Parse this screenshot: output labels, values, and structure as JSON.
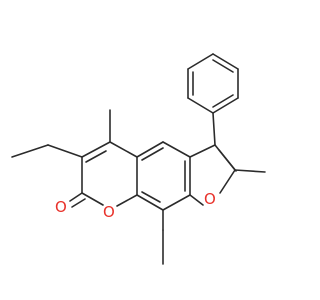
{
  "structure": {
    "atoms": [
      {
        "label": "O",
        "color": "#e8312a"
      },
      {
        "label": "O",
        "color": "#e8312a"
      },
      {
        "label": "O",
        "color": "#e8312a"
      }
    ],
    "bond_color": "#2b2b2b"
  }
}
